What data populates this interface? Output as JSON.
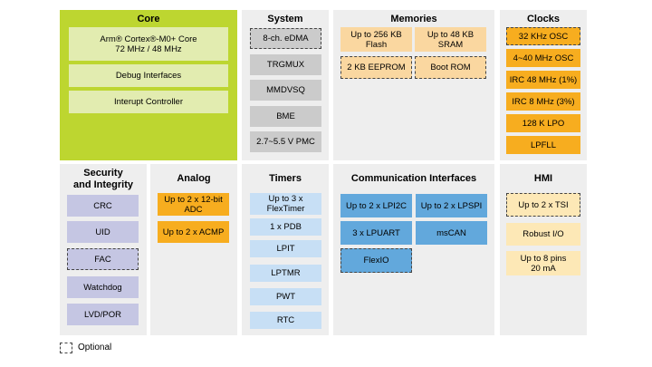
{
  "legend": {
    "optional_label": "Optional"
  },
  "core": {
    "title": "Core",
    "cpu": "Arm® Cortex®-M0+ Core\n72 MHz / 48 MHz",
    "debug": "Debug Interfaces",
    "interrupt": "Interupt Controller"
  },
  "system": {
    "title": "System",
    "items": [
      "8-ch. eDMA",
      "TRGMUX",
      "MMDVSQ",
      "BME",
      "2.7~5.5 V PMC"
    ]
  },
  "memories": {
    "title": "Memories",
    "items": [
      "Up to 256 KB\nFlash",
      "Up to 48 KB\nSRAM",
      "2 KB EEPROM",
      "Boot ROM"
    ]
  },
  "clocks": {
    "title": "Clocks",
    "items": [
      "32 KHz OSC",
      "4~40 MHz OSC",
      "IRC 48 MHz (1%)",
      "IRC 8 MHz (3%)",
      "128 K LPO",
      "LPFLL"
    ]
  },
  "security": {
    "title": "Security\nand Integrity",
    "items": [
      "CRC",
      "UID",
      "FAC",
      "Watchdog",
      "LVD/POR"
    ]
  },
  "analog": {
    "title": "Analog",
    "items": [
      "Up to 2 x 12-bit\nADC",
      "Up to 2 x ACMP"
    ]
  },
  "timers": {
    "title": "Timers",
    "items": [
      "Up to 3 x\nFlexTimer",
      "1 x PDB",
      "LPIT",
      "LPTMR",
      "PWT",
      "RTC"
    ]
  },
  "comm": {
    "title": "Communication Interfaces",
    "items": [
      "Up to 2 x LPI2C",
      "Up to 2 x LPSPI",
      "3 x LPUART",
      "msCAN",
      "FlexIO"
    ]
  },
  "hmi": {
    "title": "HMI",
    "items": [
      "Up to 2 x TSI",
      "Robust I/O",
      "Up to 8 pins\n20 mA"
    ]
  }
}
